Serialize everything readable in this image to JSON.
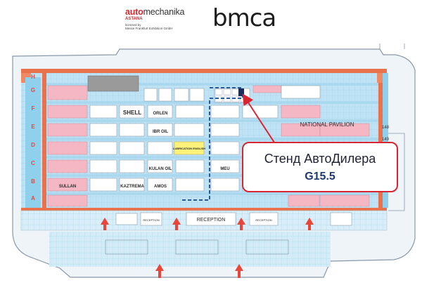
{
  "header": {
    "automechanika": {
      "part1": "auto",
      "part2": "mechanika",
      "city": "ASTANA",
      "license": [
        "licensed by",
        "Messe Frankfurt Exhibition GmbH"
      ]
    },
    "bmca": "bmca"
  },
  "floorplan": {
    "row_letters": [
      "H",
      "G",
      "F",
      "E",
      "D",
      "C",
      "B",
      "A"
    ],
    "stands": {
      "shell": "SHELL",
      "orlen": "ORLEN",
      "ibr_oil": "IBR OIL",
      "lubricants": "LUBRICATION ENGLISH",
      "meu": "MEU",
      "kaztrema": "KAZTRЕМА",
      "amos": "AMOS",
      "sullan": "SULLAN",
      "kulan_oil": "KULAN OIL",
      "national_pavilion": "NATIONAL PAVILION",
      "reception_main": "RECEPTION",
      "reception_left": "RECEPTION",
      "reception_right": "RECEPTION"
    },
    "colors": {
      "hall": "#bfe3f4",
      "stand": "#ffffff",
      "stand_pink": "#f6b7c4",
      "stand_gray": "#9a9a9a",
      "stand_yellow": "#fff27a",
      "border": "#e9724c",
      "highlight": "#2b5a9a",
      "arrow": "#e8463b"
    }
  },
  "callout": {
    "title": "Стенд АвтоДилера",
    "code": "G15.5"
  }
}
